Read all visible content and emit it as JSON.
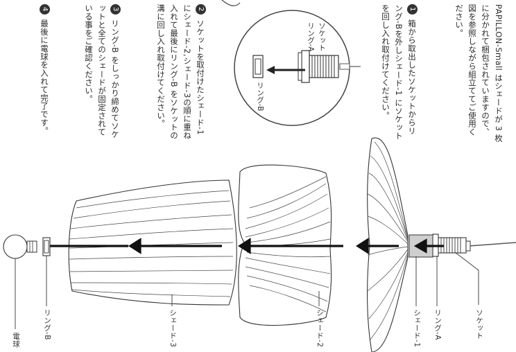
{
  "instructions": {
    "intro": "PAPILLON-Small はシェードが 3 枚に分かれて梱包されていますので、図を参照しながら組立ててご使用ください。",
    "step1": "箱から取出したソケットからリング-Bを外しシェード-1 にソケットを回し入れ取付けてください。",
    "step2": "ソケットを取付けたシェード-1にシェード-2,シェード-3の順に重ね入れて最後にリング-B をソケットの溝に回し入れ取付けてください。",
    "step3": "リング-B をしっかり締めてソケットと全てのシェードが固定されている事をご確認ください。",
    "step4": "最後に電球を入れて完了です。",
    "num1": "1",
    "num2": "2",
    "num3": "3",
    "num4": "4"
  },
  "callout": {
    "socket_label": "ソケット",
    "ring_a_label": "リング-A",
    "ring_b_label": "リング-B"
  },
  "parts": {
    "socket": "ソケット",
    "ring_a": "リング-A",
    "shade1": "シェード-1",
    "shade2": "シェード-2",
    "shade3": "シェード-3",
    "ring_b": "リング-B",
    "bulb": "電球"
  }
}
